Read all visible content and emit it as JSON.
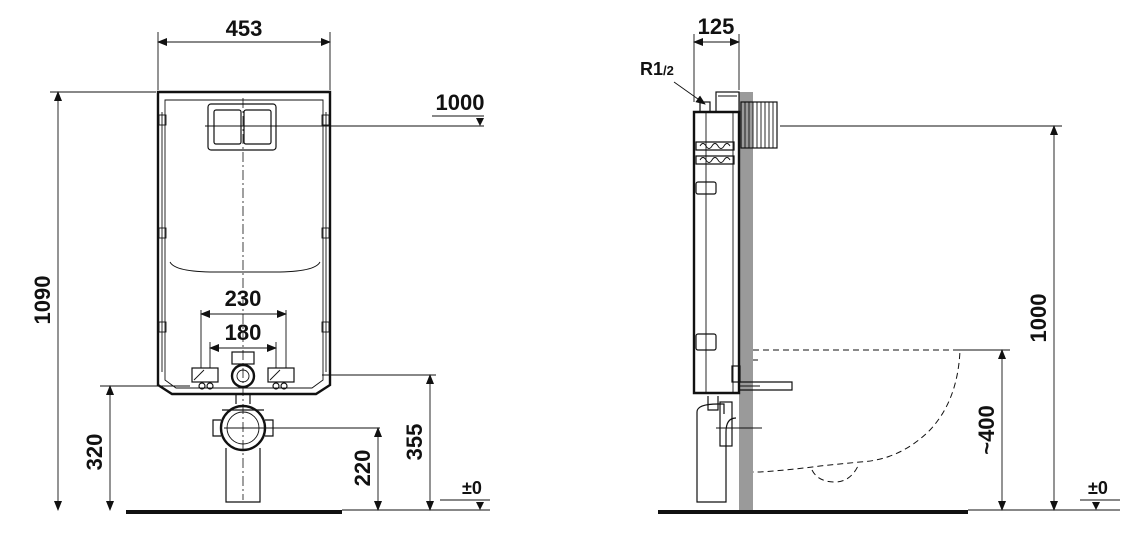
{
  "front_view": {
    "width_label": "453",
    "height_label": "1090",
    "actuator_height_label": "1000",
    "bolt_span_outer_label": "230",
    "bolt_span_inner_label": "180",
    "bottom_bracket_label": "320",
    "drain_center_label": "220",
    "top_fixing_label": "355",
    "floor_label": "±0"
  },
  "side_view": {
    "depth_label": "125",
    "inlet_label_main": "R1",
    "inlet_label_fraction": "/2",
    "actuator_height_label": "1000",
    "bowl_height_label": "~400",
    "floor_label": "±0"
  }
}
